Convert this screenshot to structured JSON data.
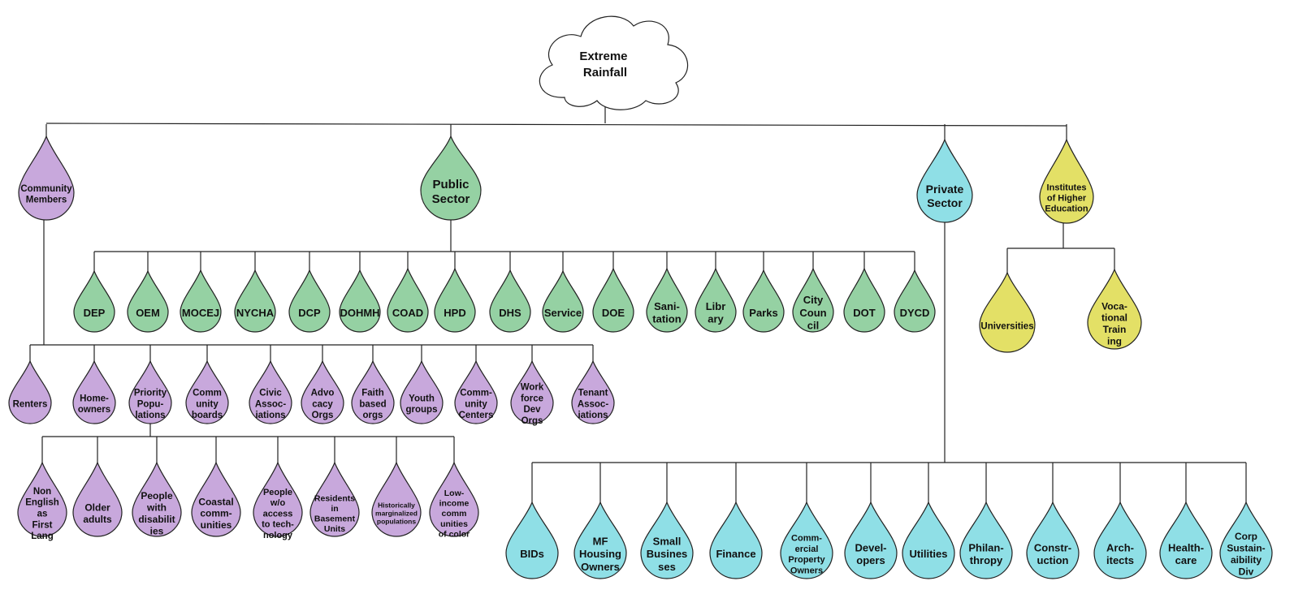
{
  "root": {
    "label": [
      "Extreme",
      "Rainfall"
    ]
  },
  "colors": {
    "community": "#c8a8dc",
    "public": "#95d1a3",
    "private": "#8fdfe6",
    "education": "#e3e066",
    "line": "#222222",
    "cloud": "#ffffff"
  },
  "categories": [
    {
      "id": "community",
      "label": [
        "Community",
        "Members"
      ]
    },
    {
      "id": "public",
      "label": [
        "Public",
        "Sector"
      ]
    },
    {
      "id": "private",
      "label": [
        "Private",
        "Sector"
      ]
    },
    {
      "id": "education",
      "label": [
        "Institutes",
        "of Higher",
        "Education"
      ]
    }
  ],
  "public_agencies": [
    [
      "DEP"
    ],
    [
      "OEM"
    ],
    [
      "MOCEJ"
    ],
    [
      "NYCHA"
    ],
    [
      "DCP"
    ],
    [
      "DOHMH"
    ],
    [
      "COAD"
    ],
    [
      "HPD"
    ],
    [
      "DHS"
    ],
    [
      "Service"
    ],
    [
      "DOE"
    ],
    [
      "Sani-",
      "tation"
    ],
    [
      "Libr",
      "ary"
    ],
    [
      "Parks"
    ],
    [
      "City",
      "Coun",
      "cil"
    ],
    [
      "DOT"
    ],
    [
      "DYCD"
    ]
  ],
  "community_groups": [
    [
      "Renters"
    ],
    [
      "Home-",
      "owners"
    ],
    [
      "Priority",
      "Popu-",
      "lations"
    ],
    [
      "Comm",
      "unity",
      "boards"
    ],
    [
      "Civic",
      "Assoc-",
      "iations"
    ],
    [
      "Advo",
      "cacy",
      "Orgs"
    ],
    [
      "Faith",
      "based",
      "orgs"
    ],
    [
      "Youth",
      "groups"
    ],
    [
      "Comm-",
      "unity",
      "Centers"
    ],
    [
      "Work",
      "force",
      "Dev",
      "Orgs"
    ],
    [
      "Tenant",
      "Assoc-",
      "iations"
    ]
  ],
  "priority_populations": [
    [
      "Non",
      "English",
      "as",
      "First",
      "Lang"
    ],
    [
      "Older",
      "adults"
    ],
    [
      "People",
      "with",
      "disabilit",
      "ies"
    ],
    [
      "Coastal",
      "comm-",
      "unities"
    ],
    [
      "People",
      "w/o",
      "access",
      "to tech-",
      "nology"
    ],
    [
      "Residents",
      "in",
      "Basement",
      "Units"
    ],
    [
      "Historically",
      "marginalized",
      "populations"
    ],
    [
      "Low-",
      "income",
      "comm",
      "unities",
      "of color"
    ]
  ],
  "education_members": [
    [
      "Universities"
    ],
    [
      "Voca-",
      "tional",
      "Train",
      "ing"
    ]
  ],
  "private_members": [
    [
      "BIDs"
    ],
    [
      "MF",
      "Housing",
      "Owners"
    ],
    [
      "Small",
      "Busines",
      "ses"
    ],
    [
      "Finance"
    ],
    [
      "Comm-",
      "ercial",
      "Property",
      "Owners"
    ],
    [
      "Devel-",
      "opers"
    ],
    [
      "Utilities"
    ],
    [
      "Philan-",
      "thropy"
    ],
    [
      "Constr-",
      "uction"
    ],
    [
      "Arch-",
      "itects"
    ],
    [
      "Health-",
      "care"
    ],
    [
      "Corp",
      "Sustain-",
      "aibility",
      "Div"
    ]
  ]
}
